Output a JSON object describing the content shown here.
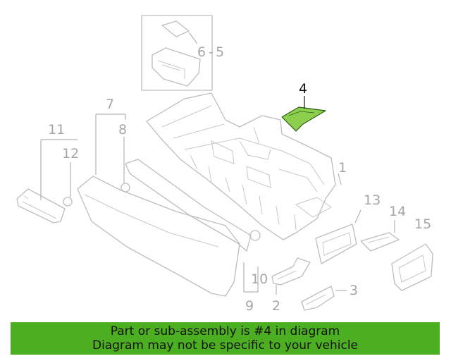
{
  "diagram": {
    "callouts": {
      "c1": "1",
      "c2": "2",
      "c3": "3",
      "c4": "4",
      "c5": "5",
      "c6": "6",
      "c7": "7",
      "c8": "8",
      "c9": "9",
      "c10": "10",
      "c11": "11",
      "c12": "12",
      "c13": "13",
      "c14": "14",
      "c15": "15"
    },
    "highlight_color": "#8ccf4f",
    "highlighted_part": "4"
  },
  "banner": {
    "line1": "Part or sub-assembly is #4 in diagram",
    "line2": "Diagram may not be specific to your vehicle",
    "color": "#4caf22"
  }
}
